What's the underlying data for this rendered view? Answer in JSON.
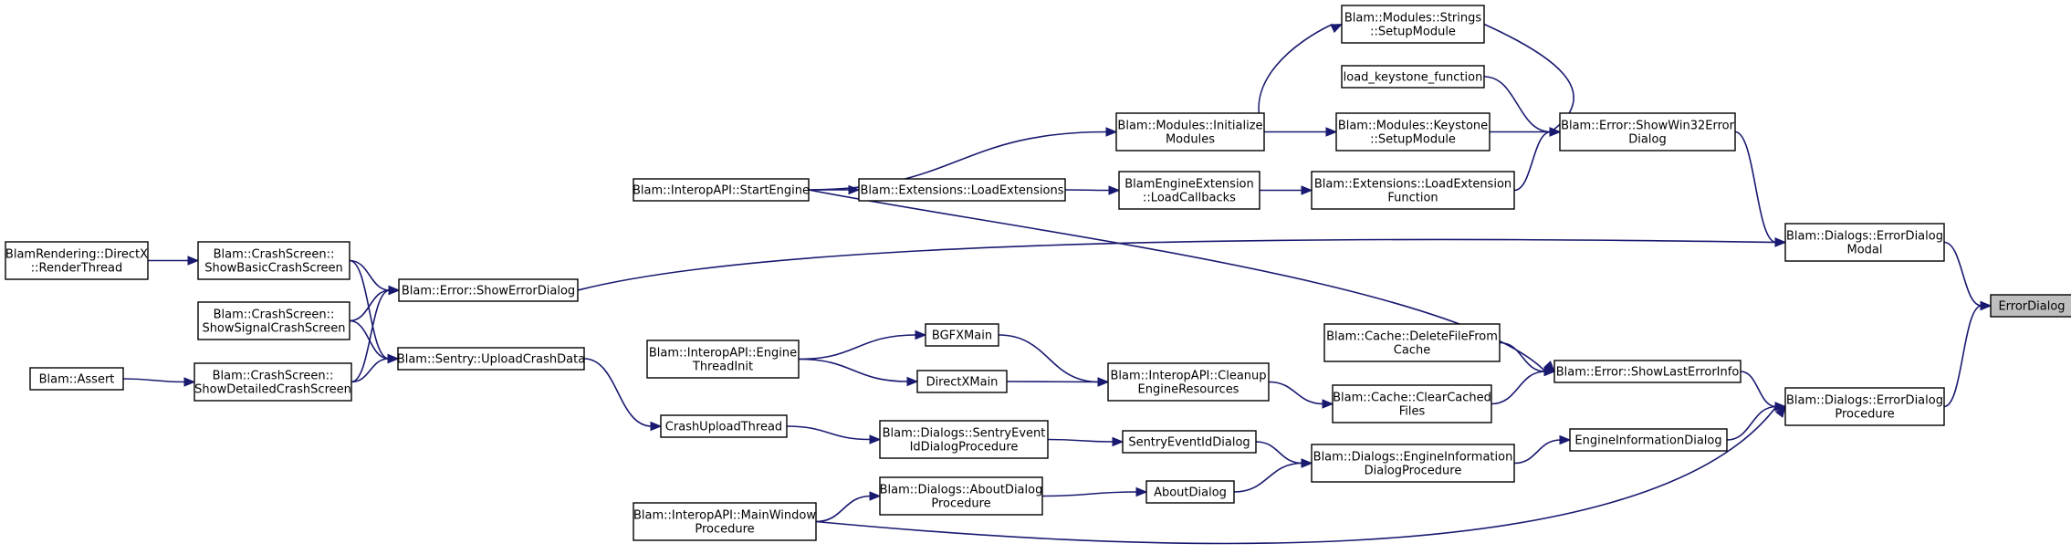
{
  "diagram": {
    "nodes": [
      {
        "id": "error_dialog",
        "lines": [
          "ErrorDialog"
        ],
        "highlight": true
      },
      {
        "id": "errordialog_modal",
        "lines": [
          "Blam::Dialogs::ErrorDialog",
          "Modal"
        ]
      },
      {
        "id": "errordialog_procedure",
        "lines": [
          "Blam::Dialogs::ErrorDialog",
          "Procedure"
        ]
      },
      {
        "id": "showwin32errordialog",
        "lines": [
          "Blam::Error::ShowWin32Error",
          "Dialog"
        ]
      },
      {
        "id": "strings_setupmodule",
        "lines": [
          "Blam::Modules::Strings",
          "::SetupModule"
        ]
      },
      {
        "id": "load_keystone_function",
        "lines": [
          "load_keystone_function"
        ]
      },
      {
        "id": "keystone_setupmodule",
        "lines": [
          "Blam::Modules::Keystone",
          "::SetupModule"
        ]
      },
      {
        "id": "loadextensionfunction",
        "lines": [
          "Blam::Extensions::LoadExtension",
          "Function"
        ]
      },
      {
        "id": "initialize_modules",
        "lines": [
          "Blam::Modules::Initialize",
          "Modules"
        ]
      },
      {
        "id": "loadcallbacks",
        "lines": [
          "BlamEngineExtension",
          "::LoadCallbacks"
        ]
      },
      {
        "id": "loadextensions",
        "lines": [
          "Blam::Extensions::LoadExtensions"
        ]
      },
      {
        "id": "startengine",
        "lines": [
          "Blam::InteropAPI::StartEngine"
        ]
      },
      {
        "id": "showerrordialog",
        "lines": [
          "Blam::Error::ShowErrorDialog"
        ]
      },
      {
        "id": "showbasiccrashscreen",
        "lines": [
          "Blam::CrashScreen::",
          "ShowBasicCrashScreen"
        ]
      },
      {
        "id": "renderthread",
        "lines": [
          "BlamRendering::DirectX",
          "::RenderThread"
        ]
      },
      {
        "id": "showsignalcrashscreen",
        "lines": [
          "Blam::CrashScreen::",
          "ShowSignalCrashScreen"
        ]
      },
      {
        "id": "showdetailedcrashscreen",
        "lines": [
          "Blam::CrashScreen::",
          "ShowDetailedCrashScreen"
        ]
      },
      {
        "id": "assert",
        "lines": [
          "Blam::Assert"
        ]
      },
      {
        "id": "uploadcrashdata",
        "lines": [
          "Blam::Sentry::UploadCrashData"
        ]
      },
      {
        "id": "crashuploadthread",
        "lines": [
          "CrashUploadThread"
        ]
      },
      {
        "id": "engine_threadinit",
        "lines": [
          "Blam::InteropAPI::Engine",
          "ThreadInit"
        ]
      },
      {
        "id": "bgfxmain",
        "lines": [
          "BGFXMain"
        ]
      },
      {
        "id": "directxmain",
        "lines": [
          "DirectXMain"
        ]
      },
      {
        "id": "cleanup_engineresources",
        "lines": [
          "Blam::InteropAPI::Cleanup",
          "EngineResources"
        ]
      },
      {
        "id": "deletefilefromcache",
        "lines": [
          "Blam::Cache::DeleteFileFrom",
          "Cache"
        ]
      },
      {
        "id": "clearcachedfiles",
        "lines": [
          "Blam::Cache::ClearCached",
          "Files"
        ]
      },
      {
        "id": "showlasterrorinfo",
        "lines": [
          "Blam::Error::ShowLastErrorInfo"
        ]
      },
      {
        "id": "engineinformationdialog",
        "lines": [
          "EngineInformationDialog"
        ]
      },
      {
        "id": "engineinformation_dialogprocedure",
        "lines": [
          "Blam::Dialogs::EngineInformation",
          "DialogProcedure"
        ]
      },
      {
        "id": "sentryeventiddialog",
        "lines": [
          "SentryEventIdDialog"
        ]
      },
      {
        "id": "sentryeventid_dialogprocedure",
        "lines": [
          "Blam::Dialogs::SentryEvent",
          "IdDialogProcedure"
        ]
      },
      {
        "id": "aboutdialog",
        "lines": [
          "AboutDialog"
        ]
      },
      {
        "id": "aboutdialog_procedure",
        "lines": [
          "Blam::Dialogs::AboutDialog",
          "Procedure"
        ]
      },
      {
        "id": "mainwindow_procedure",
        "lines": [
          "Blam::InteropAPI::MainWindow",
          "Procedure"
        ]
      }
    ],
    "edges": [
      {
        "from": "errordialog_modal",
        "to": "error_dialog"
      },
      {
        "from": "errordialog_procedure",
        "to": "error_dialog"
      },
      {
        "from": "showwin32errordialog",
        "to": "errordialog_modal"
      },
      {
        "from": "showerrordialog",
        "to": "errordialog_modal"
      },
      {
        "from": "strings_setupmodule",
        "to": "showwin32errordialog"
      },
      {
        "from": "load_keystone_function",
        "to": "showwin32errordialog"
      },
      {
        "from": "keystone_setupmodule",
        "to": "showwin32errordialog"
      },
      {
        "from": "loadextensionfunction",
        "to": "showwin32errordialog"
      },
      {
        "from": "initialize_modules",
        "to": "strings_setupmodule"
      },
      {
        "from": "initialize_modules",
        "to": "keystone_setupmodule"
      },
      {
        "from": "loadcallbacks",
        "to": "loadextensionfunction"
      },
      {
        "from": "startengine",
        "to": "initialize_modules"
      },
      {
        "from": "loadextensions",
        "to": "loadcallbacks"
      },
      {
        "from": "startengine",
        "to": "loadextensions"
      },
      {
        "from": "startengine",
        "to": "showlasterrorinfo"
      },
      {
        "from": "showbasiccrashscreen",
        "to": "showerrordialog"
      },
      {
        "from": "showbasiccrashscreen",
        "to": "uploadcrashdata"
      },
      {
        "from": "renderthread",
        "to": "showbasiccrashscreen"
      },
      {
        "from": "showsignalcrashscreen",
        "to": "showerrordialog"
      },
      {
        "from": "showsignalcrashscreen",
        "to": "uploadcrashdata"
      },
      {
        "from": "showdetailedcrashscreen",
        "to": "showerrordialog"
      },
      {
        "from": "showdetailedcrashscreen",
        "to": "uploadcrashdata"
      },
      {
        "from": "assert",
        "to": "showdetailedcrashscreen"
      },
      {
        "from": "uploadcrashdata",
        "to": "crashuploadthread"
      },
      {
        "from": "crashuploadthread",
        "to": "sentryeventid_dialogprocedure"
      },
      {
        "from": "engine_threadinit",
        "to": "bgfxmain"
      },
      {
        "from": "engine_threadinit",
        "to": "directxmain"
      },
      {
        "from": "bgfxmain",
        "to": "cleanup_engineresources"
      },
      {
        "from": "directxmain",
        "to": "cleanup_engineresources"
      },
      {
        "from": "cleanup_engineresources",
        "to": "clearcachedfiles"
      },
      {
        "from": "deletefilefromcache",
        "to": "showlasterrorinfo"
      },
      {
        "from": "clearcachedfiles",
        "to": "showlasterrorinfo"
      },
      {
        "from": "showlasterrorinfo",
        "to": "errordialog_procedure"
      },
      {
        "from": "engineinformationdialog",
        "to": "errordialog_procedure"
      },
      {
        "from": "engineinformation_dialogprocedure",
        "to": "engineinformationdialog"
      },
      {
        "from": "sentryeventiddialog",
        "to": "engineinformation_dialogprocedure"
      },
      {
        "from": "sentryeventid_dialogprocedure",
        "to": "sentryeventiddialog"
      },
      {
        "from": "aboutdialog",
        "to": "engineinformation_dialogprocedure"
      },
      {
        "from": "aboutdialog_procedure",
        "to": "aboutdialog"
      },
      {
        "from": "mainwindow_procedure",
        "to": "aboutdialog_procedure"
      },
      {
        "from": "mainwindow_procedure",
        "to": "errordialog_procedure"
      }
    ]
  },
  "colors": {
    "edge": "#191970",
    "node_border": "#000000",
    "node_fill": "#ffffff",
    "highlight_fill": "#bfbfbf",
    "background": "#ffffff"
  }
}
